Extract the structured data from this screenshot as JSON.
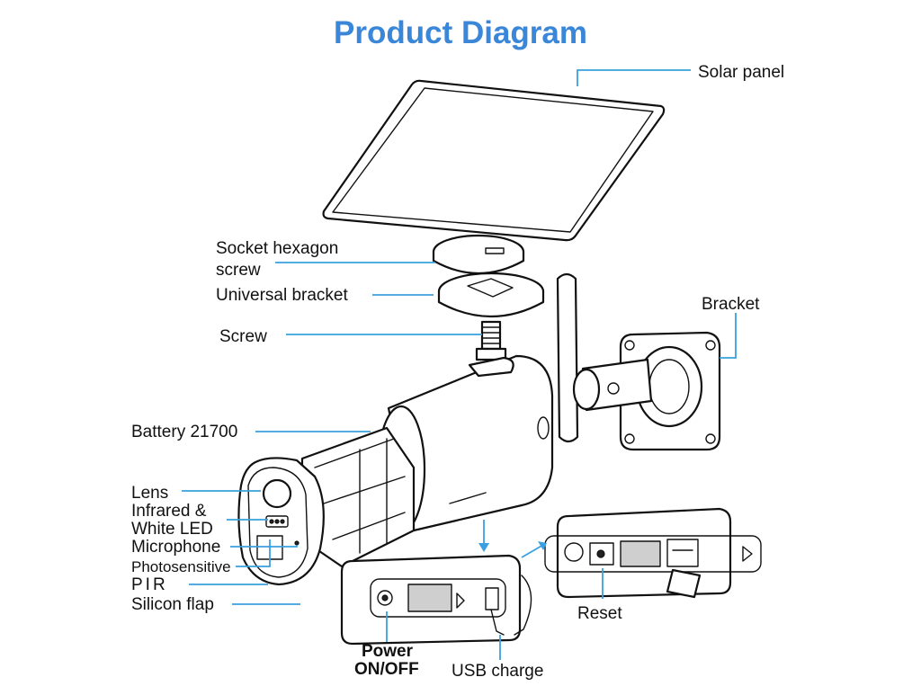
{
  "diagram": {
    "title": "Product Diagram",
    "labels": {
      "solar_panel": "Solar panel",
      "socket_hexagon_line1": "Socket hexagon",
      "socket_hexagon_line2": "screw",
      "universal_bracket": "Universal bracket",
      "screw": "Screw",
      "bracket": "Bracket",
      "battery": "Battery 21700",
      "lens": "Lens",
      "infrared_line1": "Infrared &",
      "infrared_line2": "White LED",
      "microphone": "Microphone",
      "photosensitive": "Photosensitive",
      "pir": "PIR",
      "silicon_flap": "Silicon flap",
      "reset": "Reset",
      "power_line1": "Power",
      "power_line2": "ON/OFF",
      "usb_charge": "USB charge"
    },
    "colors": {
      "title": "#3a86d8",
      "leader_lines": "#3aa0e0",
      "ink": "#111111"
    }
  }
}
